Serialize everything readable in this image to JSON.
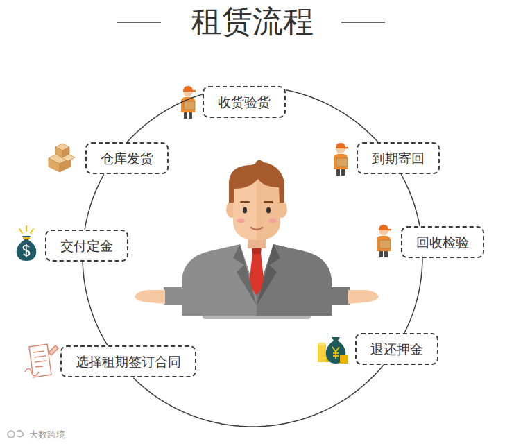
{
  "diagram": {
    "title": "租赁流程",
    "nodes": [
      {
        "text": [
          "收货验货"
        ]
      },
      {
        "text": [
          "仓库发货"
        ]
      },
      {
        "text": [
          "到期寄回"
        ]
      },
      {
        "text": [
          "交付定金"
        ]
      },
      {
        "text": [
          "回收检验"
        ]
      },
      {
        "text": [
          "选择租期签订合同"
        ]
      },
      {
        "text": [
          "退还押金"
        ]
      }
    ],
    "edges": [
      {
        "from": 5,
        "to": 3,
        "arrow": "none"
      },
      {
        "from": 3,
        "to": 1,
        "arrow": "none"
      },
      {
        "from": 1,
        "to": 0,
        "arrow": "none"
      },
      {
        "from": 0,
        "to": 2,
        "arrow": "none"
      },
      {
        "from": 2,
        "to": 4,
        "arrow": "none"
      },
      {
        "from": 4,
        "to": 6,
        "arrow": "none"
      },
      {
        "from": 6,
        "to": 5,
        "arrow": "none"
      }
    ],
    "labels": [
      "大数跨境"
    ]
  }
}
